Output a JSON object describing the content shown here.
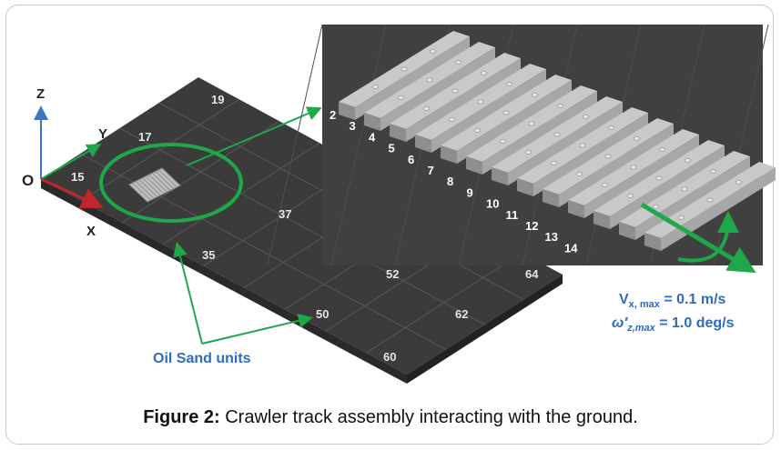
{
  "figure": {
    "caption_prefix": "Figure 2:",
    "caption_text": " Crawler track assembly interacting with the ground."
  },
  "axes": {
    "origin": "O",
    "x": "X",
    "y": "Y",
    "z": "Z"
  },
  "ground_unit_numbers": [
    "19",
    "17",
    "15",
    "37",
    "35",
    "52",
    "64",
    "50",
    "62",
    "60"
  ],
  "track_link_numbers": [
    "2",
    "3",
    "4",
    "5",
    "6",
    "7",
    "8",
    "9",
    "10",
    "11",
    "12",
    "13",
    "14"
  ],
  "annotation": {
    "oil_sand_units": "Oil Sand units",
    "vx_label": "V",
    "vx_sub": "x, max",
    "vx_value": " = 0.1 m/s",
    "omega_label": "ω′",
    "omega_sub": "z,max",
    "omega_value": " = 1.0 deg/s"
  },
  "colors": {
    "ground": "#3b3b3b",
    "ground_side": "#2a2a2a",
    "grid": "#5a5a5a",
    "panel": "#404040",
    "annotation_blue": "#2e6cc0",
    "arrow_green": "#1ea84a",
    "x_axis": "#c0272d",
    "y_axis": "#1ea84a",
    "z_axis": "#3b78c4"
  }
}
